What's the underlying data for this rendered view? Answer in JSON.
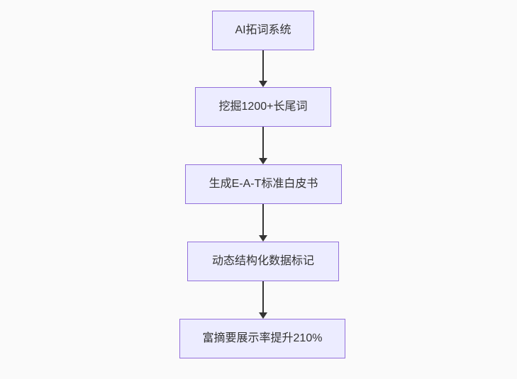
{
  "diagram": {
    "type": "flowchart",
    "direction": "top-down",
    "nodes": [
      {
        "id": "n1",
        "label": "AI拓词系统"
      },
      {
        "id": "n2",
        "label": "挖掘1200+长尾词"
      },
      {
        "id": "n3",
        "label": "生成E-A-T标准白皮书"
      },
      {
        "id": "n4",
        "label": "动态结构化数据标记"
      },
      {
        "id": "n5",
        "label": "富摘要展示率提升210%"
      }
    ],
    "edges": [
      {
        "from": "n1",
        "to": "n2",
        "style": "arrow-down"
      },
      {
        "from": "n2",
        "to": "n3",
        "style": "arrow-down"
      },
      {
        "from": "n3",
        "to": "n4",
        "style": "arrow-down"
      },
      {
        "from": "n4",
        "to": "n5",
        "style": "arrow-down"
      }
    ]
  },
  "colors": {
    "canvas_bg": "#fafafa",
    "node_fill": "#ececff",
    "node_border": "#9370db",
    "node_text": "#333333",
    "arrow": "#333333"
  }
}
